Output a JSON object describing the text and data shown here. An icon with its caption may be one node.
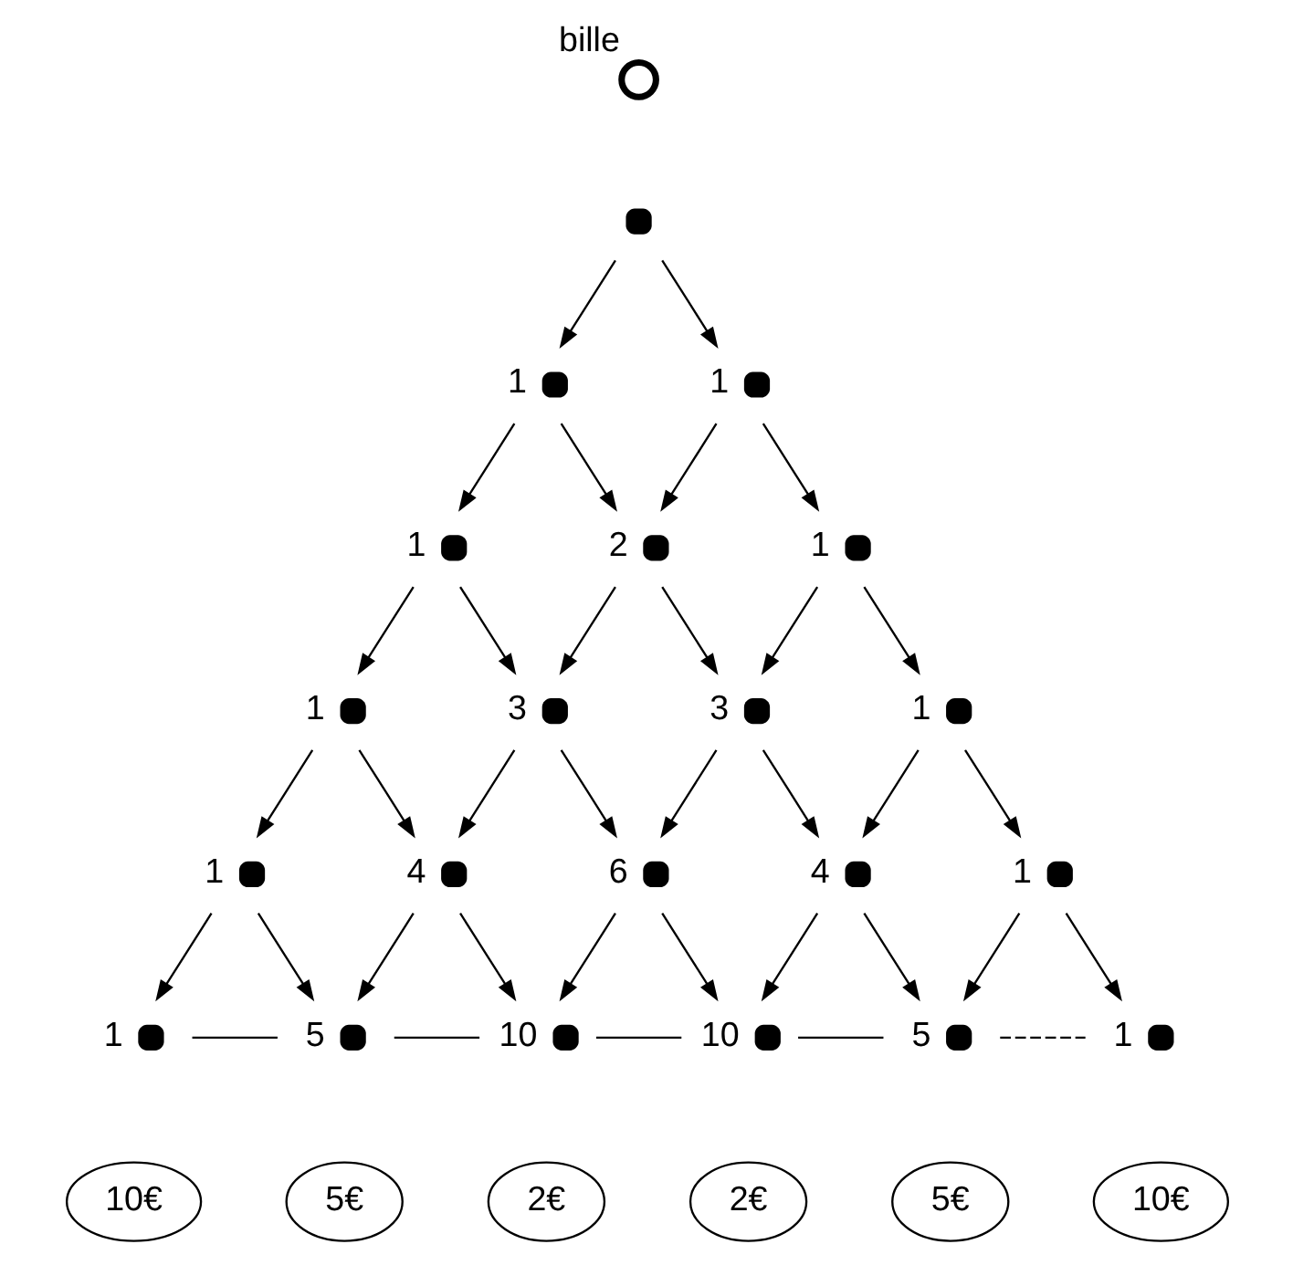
{
  "diagram": {
    "nodes": [
      {
        "text": [],
        "shape": "circle"
      },
      {
        "text": [],
        "shape": "circle",
        "beside": [
          "1"
        ]
      },
      {
        "text": [],
        "shape": "circle",
        "beside": [
          "1"
        ]
      },
      {
        "text": [],
        "shape": "circle",
        "beside": [
          "1"
        ]
      },
      {
        "text": [],
        "shape": "circle",
        "beside": [
          "2"
        ]
      },
      {
        "text": [],
        "shape": "circle",
        "beside": [
          "1"
        ]
      },
      {
        "text": [],
        "shape": "circle",
        "beside": [
          "1"
        ]
      },
      {
        "text": [],
        "shape": "circle",
        "beside": [
          "3"
        ]
      },
      {
        "text": [],
        "shape": "circle",
        "beside": [
          "3"
        ]
      },
      {
        "text": [],
        "shape": "circle",
        "beside": [
          "1"
        ]
      },
      {
        "text": [],
        "shape": "circle",
        "beside": [
          "1"
        ]
      },
      {
        "text": [],
        "shape": "circle",
        "beside": [
          "4"
        ]
      },
      {
        "text": [],
        "shape": "circle",
        "beside": [
          "6"
        ]
      },
      {
        "text": [],
        "shape": "circle",
        "beside": [
          "4"
        ]
      },
      {
        "text": [],
        "shape": "circle",
        "beside": [
          "1"
        ]
      },
      {
        "text": [],
        "shape": "circle",
        "beside": [
          "1"
        ]
      },
      {
        "text": [],
        "shape": "circle",
        "beside": [
          "5"
        ]
      },
      {
        "text": [],
        "shape": "circle",
        "beside": [
          "10"
        ]
      },
      {
        "text": [],
        "shape": "circle",
        "beside": [
          "10"
        ]
      },
      {
        "text": [],
        "shape": "circle",
        "beside": [
          "5"
        ]
      },
      {
        "text": [],
        "shape": "circle",
        "beside": [
          "1"
        ]
      },
      {
        "text": [
          "10€"
        ]
      },
      {
        "text": [
          "5€"
        ]
      },
      {
        "text": [
          "2€"
        ]
      },
      {
        "text": [
          "2€"
        ]
      },
      {
        "text": [
          "5€"
        ]
      },
      {
        "text": [
          "10€"
        ]
      },
      {
        "text": [],
        "shape": "circle",
        "beside": [
          "bille"
        ]
      }
    ],
    "edges": [
      {
        "from": 0,
        "to": 1,
        "arrow": "to"
      },
      {
        "from": 0,
        "to": 2,
        "arrow": "to"
      },
      {
        "from": 1,
        "to": 3,
        "arrow": "to"
      },
      {
        "from": 1,
        "to": 4,
        "arrow": "to"
      },
      {
        "from": 2,
        "to": 4,
        "arrow": "to"
      },
      {
        "from": 2,
        "to": 5,
        "arrow": "to"
      },
      {
        "from": 3,
        "to": 6,
        "arrow": "to"
      },
      {
        "from": 3,
        "to": 7,
        "arrow": "to"
      },
      {
        "from": 4,
        "to": 7,
        "arrow": "to"
      },
      {
        "from": 4,
        "to": 8,
        "arrow": "to"
      },
      {
        "from": 5,
        "to": 8,
        "arrow": "to"
      },
      {
        "from": 5,
        "to": 9,
        "arrow": "to"
      },
      {
        "from": 6,
        "to": 10,
        "arrow": "to"
      },
      {
        "from": 6,
        "to": 11,
        "arrow": "to"
      },
      {
        "from": 7,
        "to": 11,
        "arrow": "to"
      },
      {
        "from": 7,
        "to": 12,
        "arrow": "to"
      },
      {
        "from": 8,
        "to": 12,
        "arrow": "to"
      },
      {
        "from": 8,
        "to": 13,
        "arrow": "to"
      },
      {
        "from": 9,
        "to": 13,
        "arrow": "to"
      },
      {
        "from": 9,
        "to": 14,
        "arrow": "to"
      },
      {
        "from": 10,
        "to": 15,
        "arrow": "to"
      },
      {
        "from": 10,
        "to": 16,
        "arrow": "to"
      },
      {
        "from": 11,
        "to": 16,
        "arrow": "to"
      },
      {
        "from": 11,
        "to": 17,
        "arrow": "to"
      },
      {
        "from": 12,
        "to": 17,
        "arrow": "to"
      },
      {
        "from": 12,
        "to": 18,
        "arrow": "to"
      },
      {
        "from": 13,
        "to": 18,
        "arrow": "to"
      },
      {
        "from": 13,
        "to": 19,
        "arrow": "to"
      },
      {
        "from": 14,
        "to": 19,
        "arrow": "to"
      },
      {
        "from": 14,
        "to": 20,
        "arrow": "to"
      },
      {
        "from": 15,
        "to": 16,
        "arrow": "none"
      },
      {
        "from": 16,
        "to": 17,
        "arrow": "none"
      },
      {
        "from": 17,
        "to": 18,
        "arrow": "none"
      },
      {
        "from": 18,
        "to": 19,
        "arrow": "none"
      },
      {
        "from": 19,
        "to": 20,
        "arrow": "none",
        "style": "dashed"
      }
    ]
  }
}
